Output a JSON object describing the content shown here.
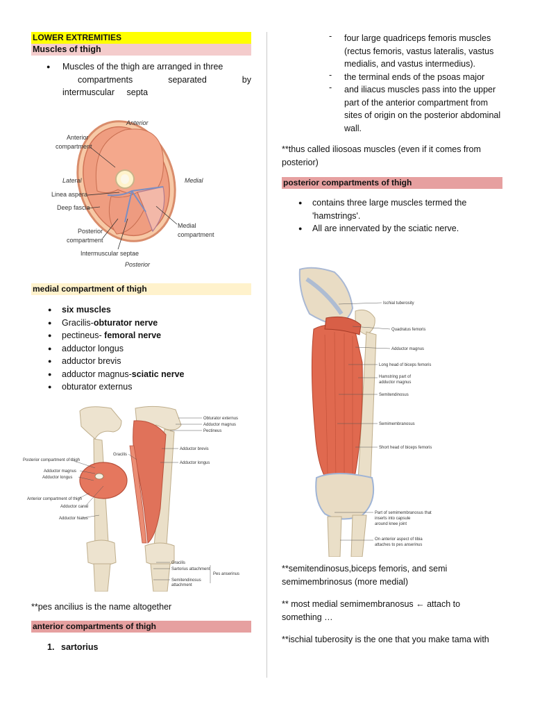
{
  "left": {
    "section_title": "LOWER EXTREMITIES",
    "muscles_header": "Muscles of thigh",
    "muscles_bullet_1": "Muscles of the thigh are arranged in three",
    "muscles_bullet_2": "compartments separated by",
    "muscles_bullet_3": "intermuscular septa",
    "cross_section_labels": {
      "anterior": "Anterior",
      "anterior_compartment_1": "Anterior",
      "anterior_compartment_2": "compartment",
      "lateral": "Lateral",
      "medial": "Medial",
      "linea_aspera": "Linea aspera",
      "deep_fascia": "Deep fascia",
      "posterior_compartment_1": "Posterior",
      "posterior_compartment_2": "compartment",
      "intermuscular_septae": "Intermuscular septae",
      "posterior": "Posterior",
      "medial_compartment_1": "Medial",
      "medial_compartment_2": "compartment"
    },
    "medial_header": "medial compartment of thigh",
    "medial_items": [
      {
        "plain": "",
        "bold": "six muscles"
      },
      {
        "plain": "Gracilis-",
        "bold": "obturator nerve"
      },
      {
        "plain": "pectineus- ",
        "bold": "femoral nerve"
      },
      {
        "plain": "adductor longus",
        "bold": ""
      },
      {
        "plain": "adductor brevis",
        "bold": ""
      },
      {
        "plain": "adductor magnus-",
        "bold": "sciatic nerve"
      },
      {
        "plain": "obturator externus",
        "bold": ""
      }
    ],
    "medial_fig_labels": {
      "obturator_externus": "Obturator externus",
      "adductor_magnus_top": "Adductor magnus",
      "pectineus": "Pectineus",
      "adductor_brevis": "Adductor brevis",
      "gracilis_top": "Gracilis",
      "adductor_longus_right": "Adductor longus",
      "posterior_compartment": "Posterior compartment of thigh",
      "adductor_magnus_left": "Adductor magnus",
      "adductor_longus_left": "Adductor longus",
      "anterior_compartment": "Anterior compartment of thigh",
      "adductor_canal": "Adductor canal",
      "adductor_hiatus": "Adductor hiatus",
      "gracilis_bottom": "Gracilis",
      "sartorius_attachment": "Sartorius attachment",
      "pes_anserinus": "Pes anserinus",
      "semitendinosus_attachment_1": "Semitendinosus",
      "semitendinosus_attachment_2": "attachment"
    },
    "pes_note": "**pes ancilius is the name altogether",
    "anterior_header": "anterior compartments of thigh",
    "anterior_item_1_num": "1.",
    "anterior_item_1": "sartorius"
  },
  "right": {
    "quad_items": [
      "four large quadriceps femoris muscles (rectus femoris, vastus lateralis, vastus medialis, and vastus intermedius).",
      "the terminal ends of the psoas major",
      "and iliacus muscles pass into the upper part of the anterior compartment from sites of origin on the posterior abdominal wall."
    ],
    "iliosoas_note": "**thus called iliosoas muscles (even if it comes from posterior)",
    "posterior_header": "posterior compartments of thigh",
    "posterior_items": [
      "contains three large muscles termed the 'hamstrings'.",
      "All are innervated by the sciatic nerve."
    ],
    "hamstring_fig_labels": {
      "ischial_tuberosity": "Ischial tuberosity",
      "quadratus_femoris": "Quadratus femoris",
      "adductor_magnus": "Adductor magnus",
      "long_head_biceps": "Long head of biceps femoris",
      "hamstring_part_1": "Hamstring part of",
      "hamstring_part_2": "adductor magnus",
      "semitendinosus": "Semitendinosus",
      "semimembranosus": "Semimembranosus",
      "short_head_biceps": "Short head of biceps femoris",
      "part_semimem_1": "Part of semimembranosus that",
      "part_semimem_2": "inserts into capsule",
      "part_semimem_3": "around knee joint",
      "on_anterior_1": "On anterior aspect of tibia",
      "on_anterior_2": "attaches to pes anserinus"
    },
    "note_semitendinosus": "**semitendinosus,biceps femoris, and semi semimembrinosus (more medial)",
    "note_most_medial": "** most medial semimembranosus ← attach to something …",
    "note_ischial": "**ischial tuberosity is the one that you make tama with"
  }
}
